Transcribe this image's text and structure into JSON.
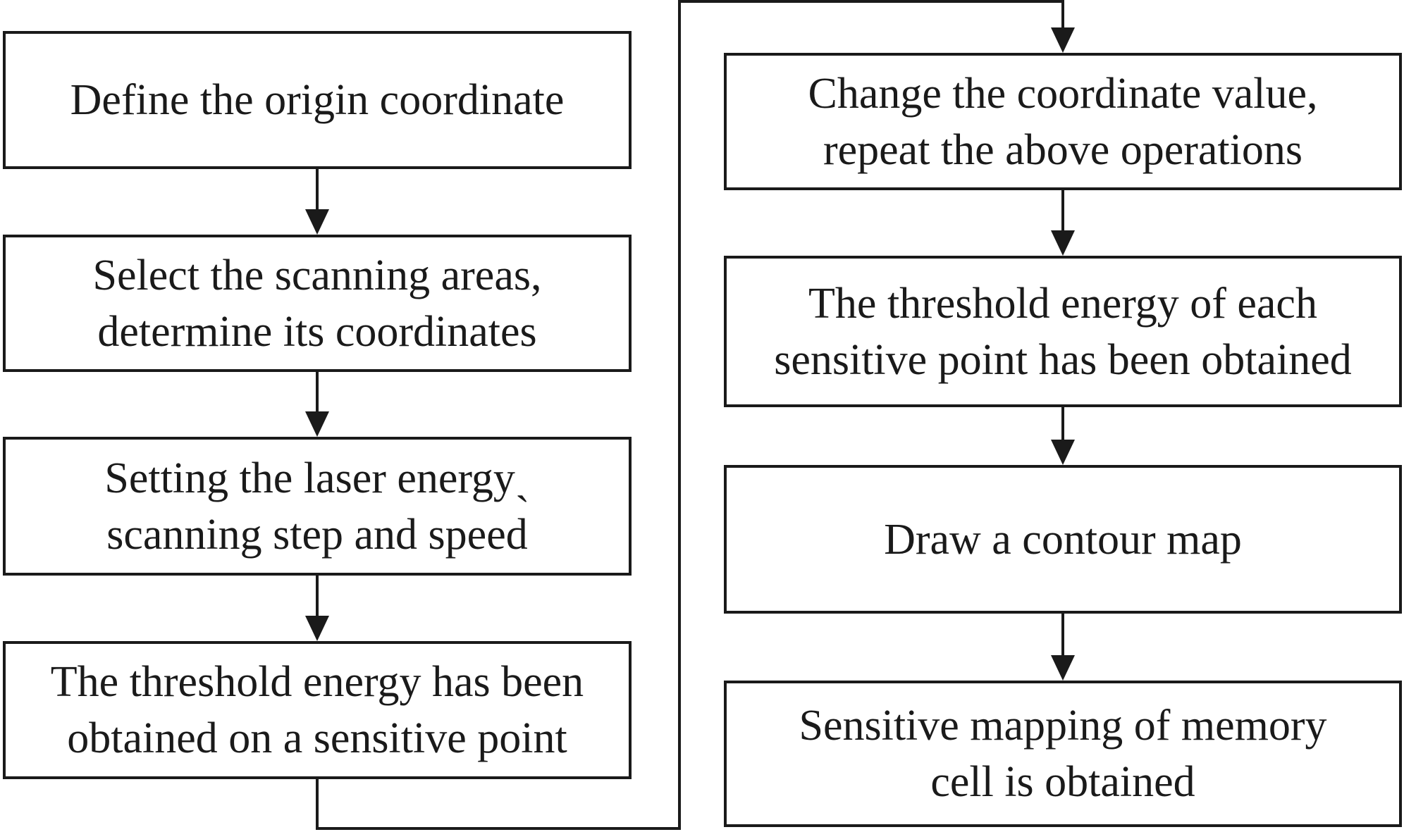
{
  "flowchart": {
    "left_column": [
      {
        "lines": [
          "Define the origin coordinate"
        ]
      },
      {
        "lines": [
          "Select the scanning areas,",
          "determine its coordinates"
        ]
      },
      {
        "lines": [
          "Setting the laser energyˏ",
          "scanning step and speed"
        ]
      },
      {
        "lines": [
          "The threshold energy has been",
          "obtained on a sensitive point"
        ]
      }
    ],
    "right_column": [
      {
        "lines": [
          "Change the coordinate value,",
          "repeat the above operations"
        ]
      },
      {
        "lines": [
          "The threshold energy of each",
          "sensitive point has been obtained"
        ]
      },
      {
        "lines": [
          "Draw a contour map"
        ]
      },
      {
        "lines": [
          "Sensitive mapping of memory",
          "cell is obtained"
        ]
      }
    ]
  },
  "colors": {
    "line": "#1a1a1a",
    "box_fill": "#ffffff"
  }
}
